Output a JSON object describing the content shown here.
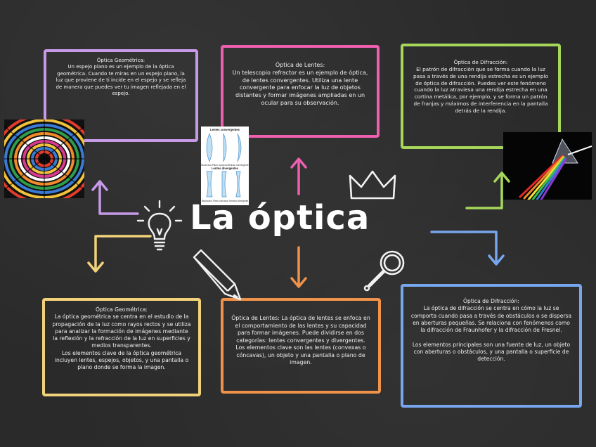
{
  "title": "La óptica",
  "colors": {
    "purple": "#c79ae8",
    "pink": "#ee5fb0",
    "green": "#a6d75b",
    "blue": "#78a6ee",
    "orange": "#f0924a",
    "yellow": "#f1d27a",
    "background": "#2a2a2a"
  },
  "cards": {
    "top_left": "Óptica Geométrica:\nUn espejo plano es un ejemplo de la óptica geométrica. Cuando te miras en un espejo plano, la luz que proviene de ti incide en el espejo y se refleja de manera que puedes ver tu imagen reflejada en el espejo.",
    "top_center": "Óptica de Lentes:\nUn telescopio refractor es un ejemplo de óptica, de lentes convergentes. Utiliza una lente convergente para enfocar la luz de objetos distantes y formar imágenes ampliadas en un ocular para su observación.",
    "top_right": "Óptica de Difracción:\nEl patrón de difracción que se forma cuando la luz pasa a través de una rendija estrecha es un ejemplo de óptica de difracción. Puedes ver este fenómeno cuando la luz atraviesa una rendija estrecha en una cortina metálica, por ejemplo, y se forma un patrón de franjas y máximos de interferencia en la pantalla detrás de la rendija.",
    "bottom_left": "Óptica Geométrica:\nLa óptica geométrica se centra en el estudio de la propagación de la luz como rayos rectos y se utiliza para analizar la formación de imágenes mediante la reflexión y la refracción de la luz en superficies y medios transparentes.\nLos elementos clave de la óptica geométrica incluyen lentes, espejos, objetos, y una pantalla o plano donde se forma la imagen.",
    "bottom_center": "Óptica de Lentes: La óptica de lentes se enfoca en el comportamiento de las lentes y su capacidad para formar imágenes. Puede dividirse en dos categorías: lentes convergentes y divergentes.\nLos elementos clave son las lentes (convexas o cóncavas), un objeto y una pantalla o plano de imagen.",
    "bottom_right": "Óptica de Difracción:\nLa óptica de difracción se centra en cómo la luz se comporta cuando pasa a través de obstáculos o se dispersa en aberturas pequeñas. Se relaciona con fenómenos como la difracción de Fraunhofer y la difracción de Fresnel.\n\nLos elementos principales son una fuente de luz, un objeto con aberturas o obstáculos, y una pantalla o superficie de detección."
  },
  "lens_image": {
    "heading": "Lentes convergentes",
    "heading2": "Lentes divergentes",
    "captions_top": [
      "Biconvexa",
      "Plano convexa",
      "Menisco convergente"
    ],
    "captions_bottom": [
      "Bicóncava",
      "Plano cóncava",
      "Menisco divergente"
    ]
  }
}
